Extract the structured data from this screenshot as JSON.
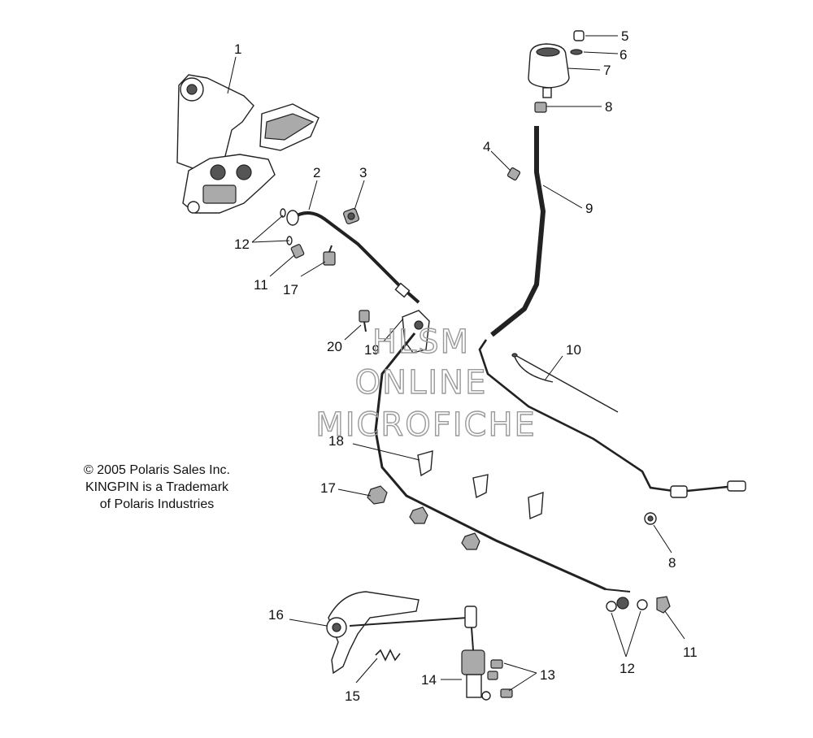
{
  "callouts": [
    {
      "id": "c1",
      "label": "1"
    },
    {
      "id": "c2",
      "label": "2"
    },
    {
      "id": "c3",
      "label": "3"
    },
    {
      "id": "c4",
      "label": "4"
    },
    {
      "id": "c5",
      "label": "5"
    },
    {
      "id": "c6",
      "label": "6"
    },
    {
      "id": "c7",
      "label": "7"
    },
    {
      "id": "c8a",
      "label": "8"
    },
    {
      "id": "c8b",
      "label": "8"
    },
    {
      "id": "c9",
      "label": "9"
    },
    {
      "id": "c10",
      "label": "10"
    },
    {
      "id": "c11a",
      "label": "11"
    },
    {
      "id": "c11b",
      "label": "11"
    },
    {
      "id": "c12a",
      "label": "12"
    },
    {
      "id": "c12b",
      "label": "12"
    },
    {
      "id": "c13",
      "label": "13"
    },
    {
      "id": "c14",
      "label": "14"
    },
    {
      "id": "c15",
      "label": "15"
    },
    {
      "id": "c16",
      "label": "16"
    },
    {
      "id": "c17a",
      "label": "17"
    },
    {
      "id": "c17b",
      "label": "17"
    },
    {
      "id": "c18",
      "label": "18"
    },
    {
      "id": "c19",
      "label": "19"
    },
    {
      "id": "c20",
      "label": "20"
    }
  ],
  "copyright": {
    "line1": "© 2005 Polaris Sales Inc.",
    "line2": "KINGPIN is a Trademark",
    "line3": "of Polaris Industries"
  },
  "watermark": {
    "line1": "HLSM",
    "line2": "ONLINE",
    "line3": "MICROFICHE"
  }
}
